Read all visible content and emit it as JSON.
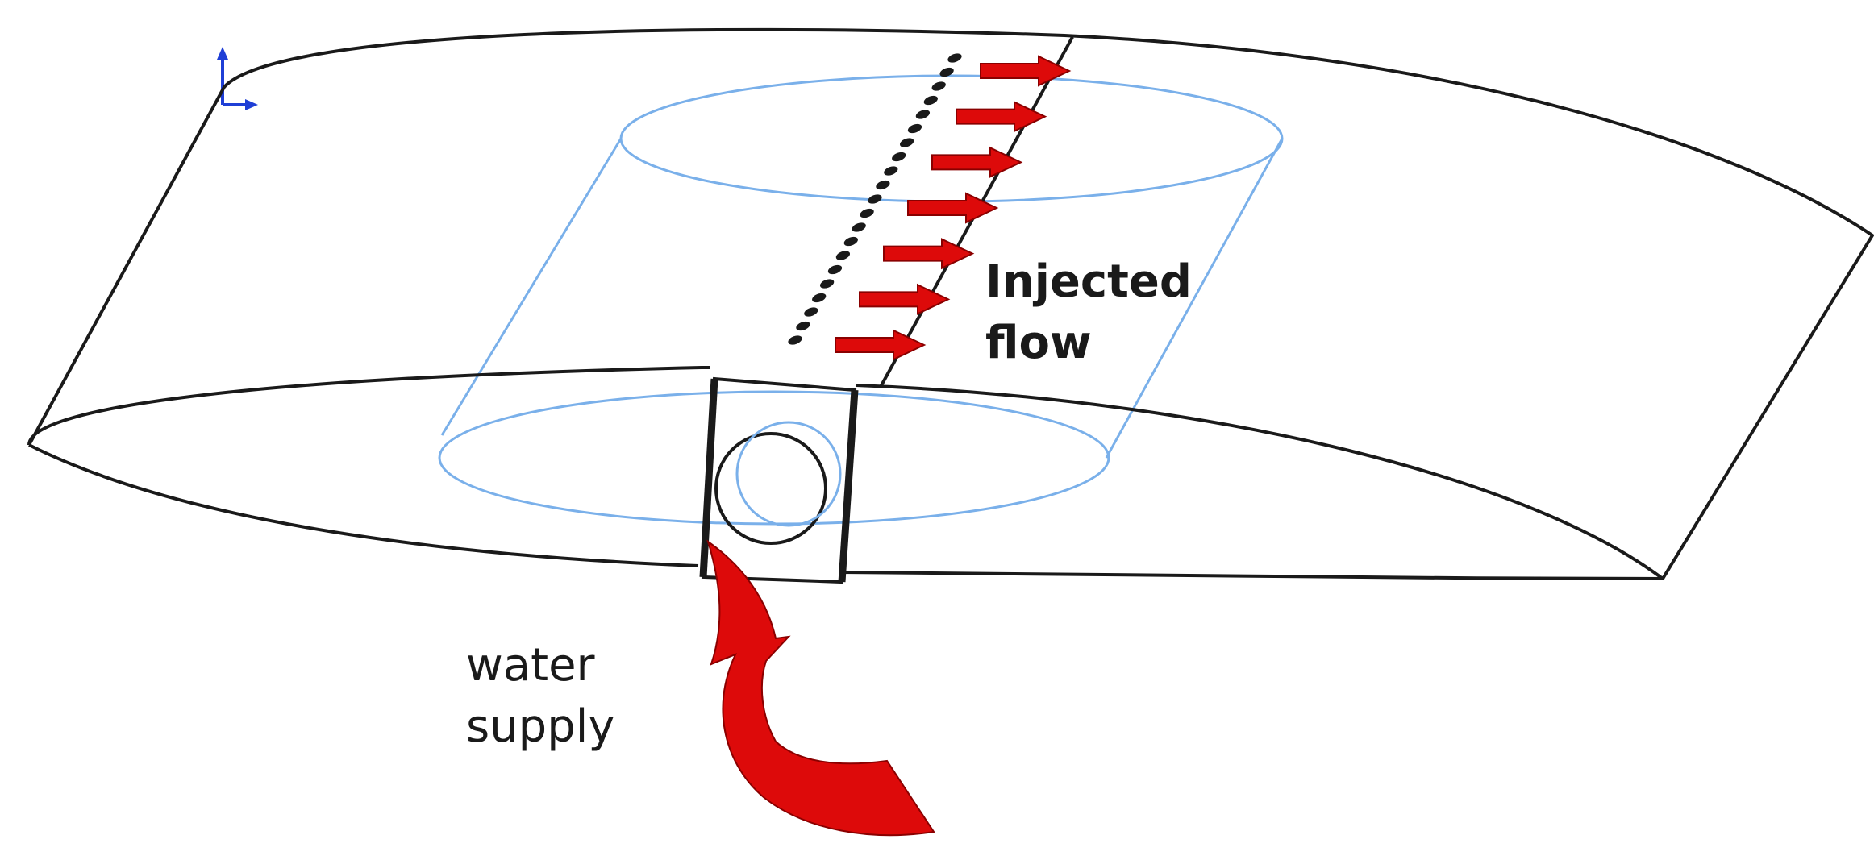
{
  "labels": {
    "injected_line1": "Injected",
    "injected_line2": "flow",
    "water_line1": "water",
    "water_line2": "supply"
  },
  "colors": {
    "outline": "#1a1a1a",
    "cylinder": "#7ab0ea",
    "arrow": "#dd0a0a",
    "arrow_outline": "#8a0000",
    "axis": "#1f3fd6"
  },
  "counts": {
    "injection_holes": 21,
    "injected_flow_arrows": 7
  }
}
